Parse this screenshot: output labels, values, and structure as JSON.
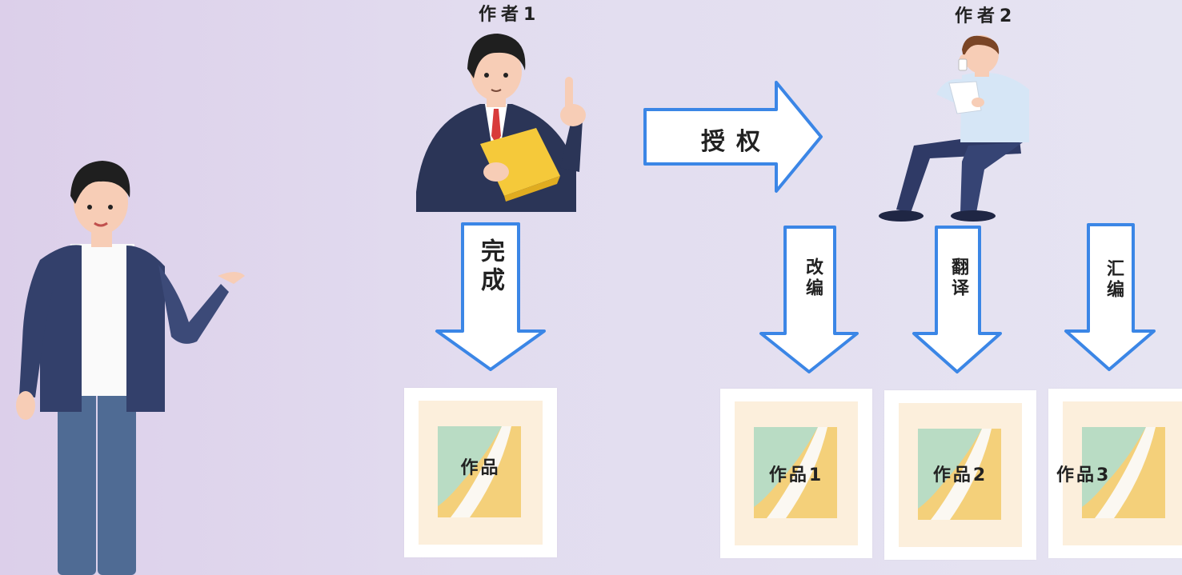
{
  "authors": {
    "author1": "作者1",
    "author2": "作者2"
  },
  "arrows": {
    "authorize": "授权",
    "complete": "完成",
    "adapt": "改编",
    "translate": "翻译",
    "compile": "汇编"
  },
  "works": {
    "work": "作品",
    "work1": "作品1",
    "work2": "作品2",
    "work3": "作品3"
  },
  "colors": {
    "arrow_stroke": "#3b86e6",
    "arrow_fill": "#ffffff",
    "card_inner": "#fcefdc",
    "art_green": "#b9dcc4",
    "art_yellow": "#f4d07a",
    "suit_navy": "#2b3557",
    "shirt_blue": "#d6e6f6"
  }
}
